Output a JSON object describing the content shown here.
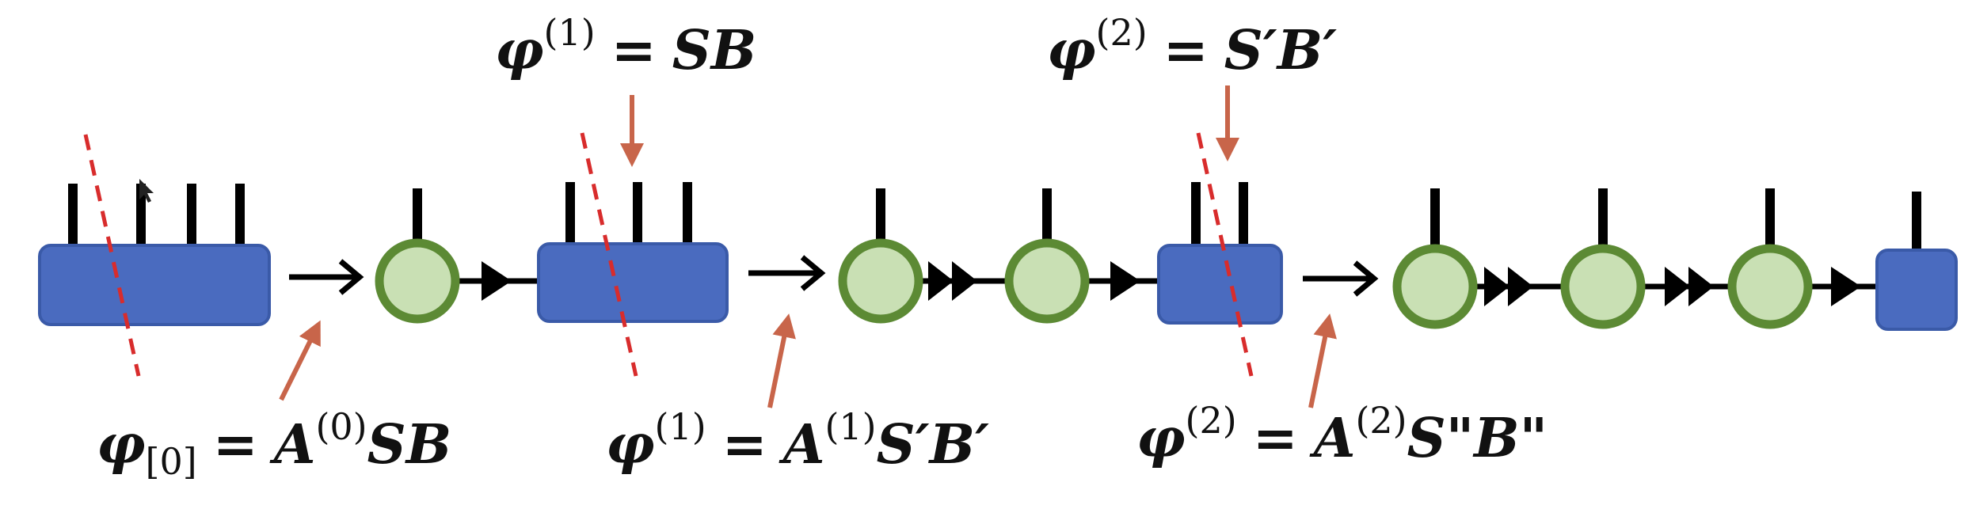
{
  "equations": {
    "top1": {
      "lhs": "φ",
      "sup": "(1)",
      "eq": "=",
      "rhs": "SB"
    },
    "top2": {
      "lhs": "φ",
      "sup": "(2)",
      "eq": "=",
      "rhs": "S′B′"
    },
    "bot0": {
      "lhs": "φ",
      "sub": "[0]",
      "eq": "=",
      "rhs_pre": "A",
      "rhs_sup": "(0)",
      "rhs_post": "SB"
    },
    "bot1": {
      "lhs": "φ",
      "sup": "(1)",
      "eq": "=",
      "rhs_pre": "A",
      "rhs_sup": "(1)",
      "rhs_post": "S′B′"
    },
    "bot2": {
      "lhs": "φ",
      "sup": "(2)",
      "eq": "=",
      "rhs_pre": "A",
      "rhs_sup": "(2)",
      "rhs_post": "S\"B\""
    }
  },
  "colors": {
    "tensor_fill": "#4a6bbf",
    "tensor_stroke": "#3a5aa8",
    "site_fill": "#c9e0b4",
    "site_stroke": "#5c8a34",
    "leg": "#000000",
    "cut_line": "#d82c2c",
    "pointer_arrow": "#c8654a"
  }
}
